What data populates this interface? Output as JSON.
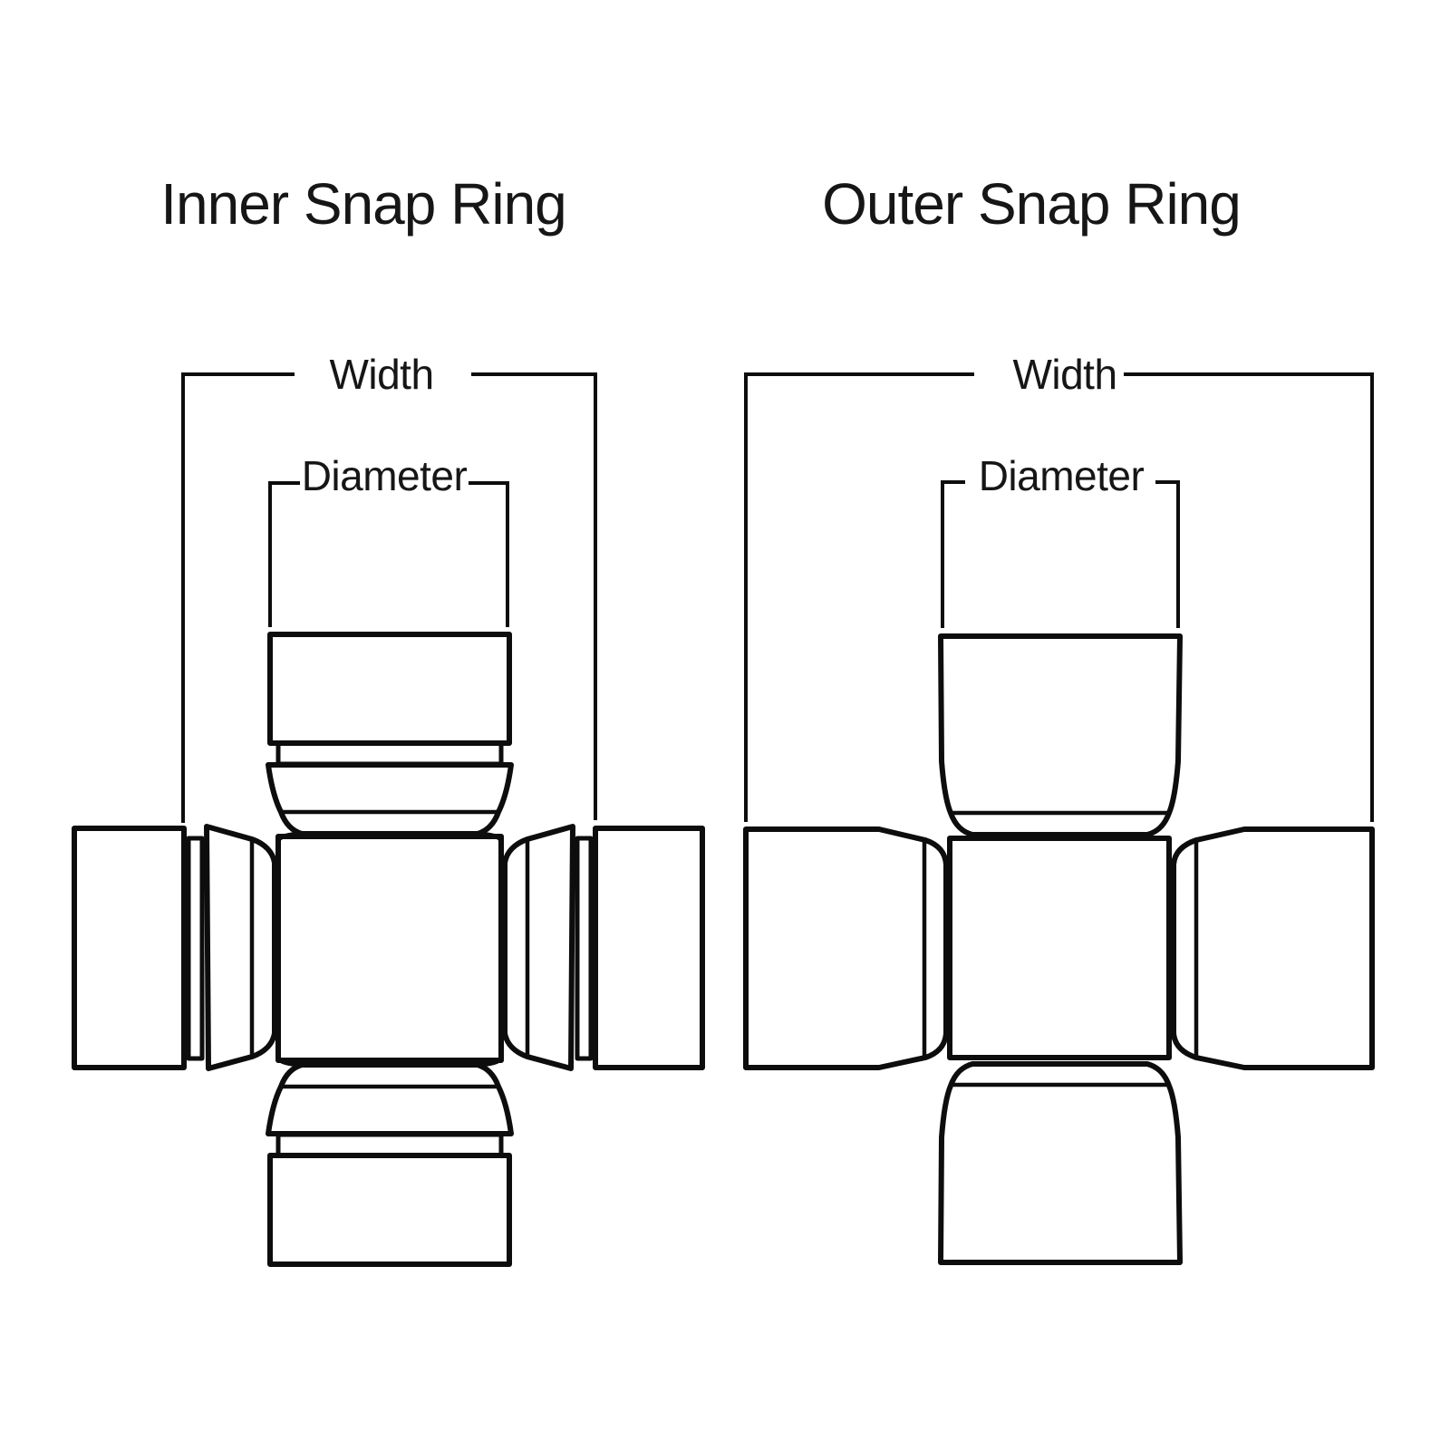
{
  "canvas": {
    "background": "#ffffff",
    "line_color": "#0d0d0d",
    "text_color": "#161616"
  },
  "diagrams": [
    {
      "id": "inner-snap-ring",
      "title": "Inner Snap Ring",
      "width_label": "Width",
      "diameter_label": "Diameter"
    },
    {
      "id": "outer-snap-ring",
      "title": "Outer Snap Ring",
      "width_label": "Width",
      "diameter_label": "Diameter"
    }
  ]
}
